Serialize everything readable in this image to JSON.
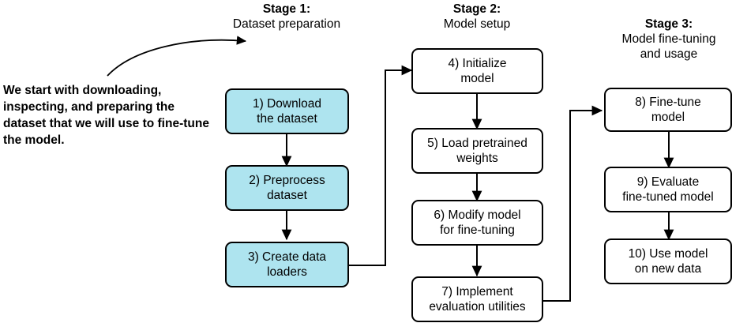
{
  "stages": [
    {
      "title": "Stage 1:",
      "subtitle": "Dataset preparation"
    },
    {
      "title": "Stage 2:",
      "subtitle": "Model setup"
    },
    {
      "title": "Stage 3:",
      "subtitle": "Model fine-tuning\nand usage"
    }
  ],
  "note": "We start with downloading, inspecting, and preparing the dataset that we will use to fine-tune the model.",
  "nodes": [
    {
      "id": "n1",
      "label": "1) Download\nthe dataset",
      "highlight": true
    },
    {
      "id": "n2",
      "label": "2) Preprocess\ndataset",
      "highlight": true
    },
    {
      "id": "n3",
      "label": "3) Create data\nloaders",
      "highlight": true
    },
    {
      "id": "n4",
      "label": "4) Initialize\nmodel",
      "highlight": false
    },
    {
      "id": "n5",
      "label": "5) Load pretrained\nweights",
      "highlight": false
    },
    {
      "id": "n6",
      "label": "6) Modify model\nfor fine-tuning",
      "highlight": false
    },
    {
      "id": "n7",
      "label": "7) Implement\nevaluation utilities",
      "highlight": false
    },
    {
      "id": "n8",
      "label": "8) Fine-tune\nmodel",
      "highlight": false
    },
    {
      "id": "n9",
      "label": "9) Evaluate\nfine-tuned model",
      "highlight": false
    },
    {
      "id": "n10",
      "label": "10) Use model\non new data",
      "highlight": false
    }
  ],
  "colors": {
    "highlight_fill": "#aee4ef",
    "stroke": "#000000",
    "background": "#ffffff"
  }
}
